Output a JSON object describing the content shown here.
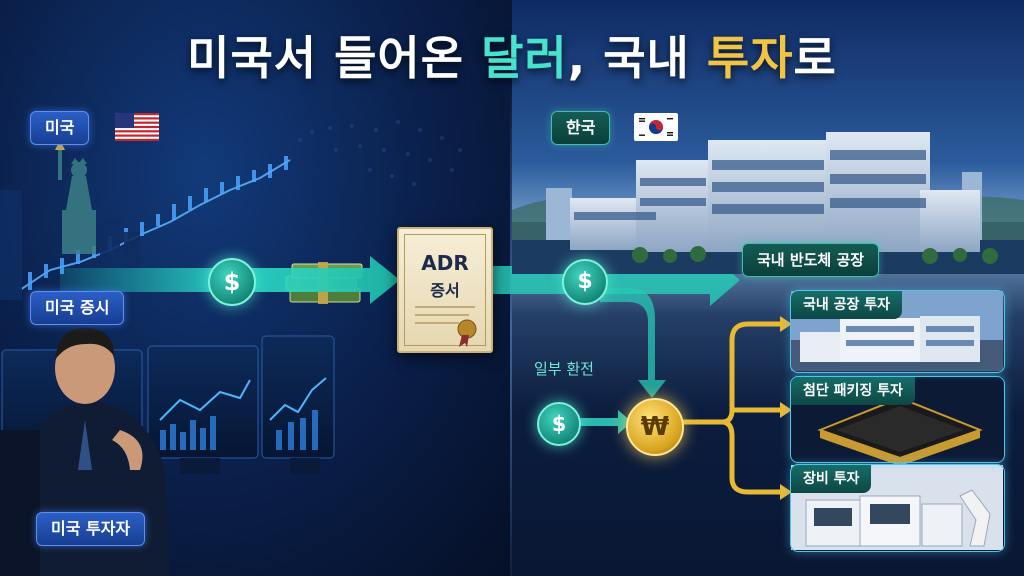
{
  "title": {
    "part1": "미국서 들어온 ",
    "part2": "달러",
    "part3": ", 국내 ",
    "part4": "투자",
    "part5": "로"
  },
  "left": {
    "country_tag": "미국",
    "market_tag": "미국 증시",
    "investor_tag": "미국 투자자"
  },
  "right": {
    "country_tag": "한국",
    "factory_tag": "국내 반도체 공장",
    "exchange_label": "일부 환전"
  },
  "certificate": {
    "title": "ADR",
    "subtitle": "증서"
  },
  "symbols": {
    "usd": "$",
    "krw": "₩"
  },
  "targets": [
    {
      "label": "국내 공장 투자",
      "icon": "factory-icon"
    },
    {
      "label": "첨단 패키징 투자",
      "icon": "chip-icon"
    },
    {
      "label": "장비 투자",
      "icon": "equipment-icon"
    }
  ],
  "colors": {
    "accent_teal": "#48e3cf",
    "accent_gold": "#f2c443",
    "usa_blue": "#1f4fb0",
    "korea_teal": "#145c55"
  }
}
